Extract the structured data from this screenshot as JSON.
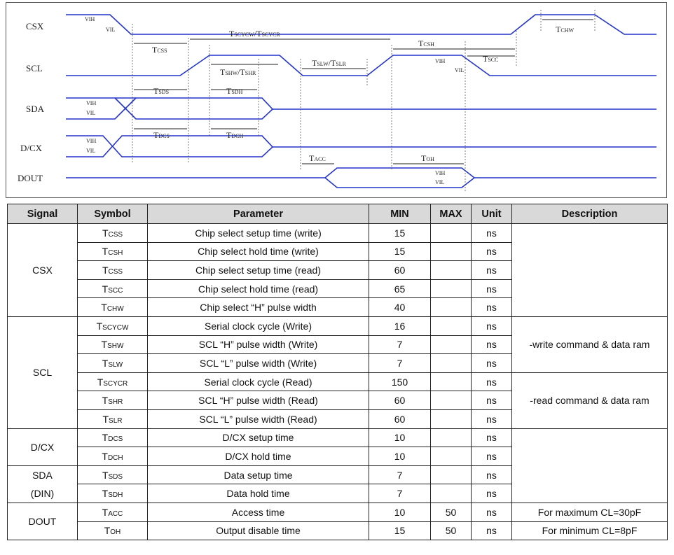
{
  "diagram": {
    "signals": [
      "CSX",
      "SCL",
      "SDA",
      "D/CX",
      "DOUT"
    ],
    "levels": {
      "vih": "VIH",
      "vil": "VIL"
    },
    "params": [
      {
        "id": "css",
        "main": "T",
        "sub": "CSS"
      },
      {
        "id": "scyc",
        "main": "T",
        "sub": "SCYCW",
        "sep": "/T",
        "sub2": "SCYCR"
      },
      {
        "id": "csh",
        "main": "T",
        "sub": "CSH"
      },
      {
        "id": "chw",
        "main": "T",
        "sub": "CHW"
      },
      {
        "id": "scc",
        "main": "T",
        "sub": "SCC"
      },
      {
        "id": "shw",
        "main": "T",
        "sub": "SHW",
        "sep": "/T",
        "sub2": "SHR"
      },
      {
        "id": "slw",
        "main": "T",
        "sub": "SLW",
        "sep": "/T",
        "sub2": "SLR"
      },
      {
        "id": "sds",
        "main": "T",
        "sub": "SDS"
      },
      {
        "id": "sdh",
        "main": "T",
        "sub": "SDH"
      },
      {
        "id": "dcs",
        "main": "T",
        "sub": "DCS"
      },
      {
        "id": "dch",
        "main": "T",
        "sub": "DCH"
      },
      {
        "id": "acc",
        "main": "T",
        "sub": "ACC"
      },
      {
        "id": "oh",
        "main": "T",
        "sub": "OH"
      }
    ]
  },
  "table": {
    "headers": [
      "Signal",
      "Symbol",
      "Parameter",
      "MIN",
      "MAX",
      "Unit",
      "Description"
    ],
    "rows": [
      {
        "signal": "CSX",
        "span": 5,
        "t": "T",
        "s": "CSS",
        "param": "Chip select setup time (write)",
        "min": "15",
        "max": "",
        "unit": "ns",
        "desc": "",
        "dspan": 5
      },
      {
        "t": "T",
        "s": "CSH",
        "param": "Chip select hold time (write)",
        "min": "15",
        "max": "",
        "unit": "ns"
      },
      {
        "t": "T",
        "s": "CSS",
        "param": "Chip select setup time (read)",
        "min": "60",
        "max": "",
        "unit": "ns"
      },
      {
        "t": "T",
        "s": "SCC",
        "param": "Chip select hold time (read)",
        "min": "65",
        "max": "",
        "unit": "ns"
      },
      {
        "t": "T",
        "s": "CHW",
        "param": "Chip select “H” pulse width",
        "min": "40",
        "max": "",
        "unit": "ns"
      },
      {
        "signal": "SCL",
        "span": 6,
        "t": "T",
        "s": "SCYCW",
        "param": "Serial clock cycle (Write)",
        "min": "16",
        "max": "",
        "unit": "ns",
        "desc": "-write command & data ram",
        "dspan": 3
      },
      {
        "t": "T",
        "s": "SHW",
        "param": "SCL “H” pulse width (Write)",
        "min": "7",
        "max": "",
        "unit": "ns"
      },
      {
        "t": "T",
        "s": "SLW",
        "param": "SCL “L” pulse width (Write)",
        "min": "7",
        "max": "",
        "unit": "ns"
      },
      {
        "t": "T",
        "s": "SCYCR",
        "param": "Serial clock cycle (Read)",
        "min": "150",
        "max": "",
        "unit": "ns",
        "desc": "-read command & data ram",
        "dspan": 3
      },
      {
        "t": "T",
        "s": "SHR",
        "param": "SCL “H” pulse width (Read)",
        "min": "60",
        "max": "",
        "unit": "ns"
      },
      {
        "t": "T",
        "s": "SLR",
        "param": "SCL “L” pulse width (Read)",
        "min": "60",
        "max": "",
        "unit": "ns"
      },
      {
        "signal": "D/CX",
        "span": 2,
        "t": "T",
        "s": "DCS",
        "param": "D/CX setup time",
        "min": "10",
        "max": "",
        "unit": "ns",
        "desc": "",
        "dspan": 4
      },
      {
        "t": "T",
        "s": "DCH",
        "param": "D/CX hold time",
        "min": "10",
        "max": "",
        "unit": "ns"
      },
      {
        "signal": "SDA\n(DIN)",
        "span": 2,
        "t": "T",
        "s": "SDS",
        "param": "Data setup time",
        "min": "7",
        "max": "",
        "unit": "ns"
      },
      {
        "t": "T",
        "s": "SDH",
        "param": "Data hold time",
        "min": "7",
        "max": "",
        "unit": "ns"
      },
      {
        "signal": "DOUT",
        "span": 2,
        "t": "T",
        "s": "ACC",
        "param": "Access time",
        "min": "10",
        "max": "50",
        "unit": "ns",
        "desc": "For maximum CL=30pF",
        "dspan": 1
      },
      {
        "t": "T",
        "s": "OH",
        "param": "Output disable time",
        "min": "15",
        "max": "50",
        "unit": "ns",
        "desc": "For minimum CL=8pF",
        "dspan": 1
      }
    ]
  }
}
